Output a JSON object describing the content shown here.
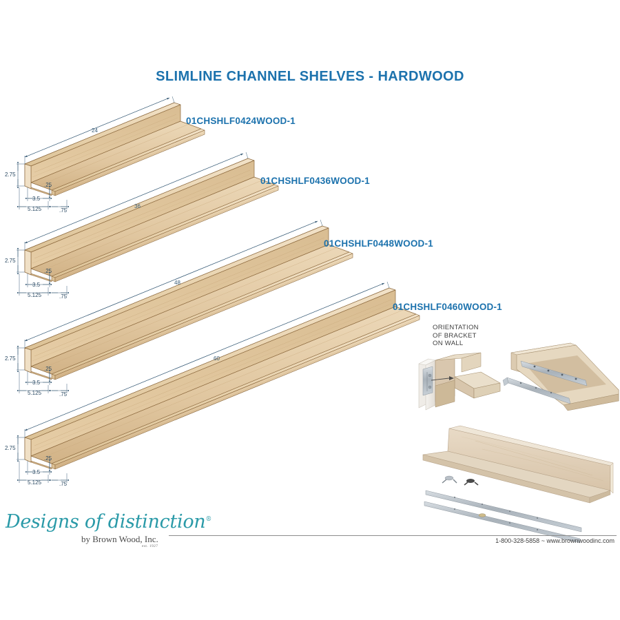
{
  "document": {
    "title": "SLIMLINE CHANNEL SHELVES - HARDWOOD",
    "title_color": "#1c72ad",
    "background": "#ffffff"
  },
  "shelves": [
    {
      "part_number": "01CHSHLF0424WOOD-1",
      "length_label": "24",
      "dimensions": {
        "height": "2.75",
        "lip_thickness": ".25",
        "inner_depth": "3.5",
        "overall_depth": "5.125",
        "base_thickness": ".75"
      }
    },
    {
      "part_number": "01CHSHLF0436WOOD-1",
      "length_label": "36",
      "dimensions": {
        "height": "2.75",
        "lip_thickness": ".25",
        "inner_depth": "3.5",
        "overall_depth": "5.125",
        "base_thickness": ".75"
      }
    },
    {
      "part_number": "01CHSHLF0448WOOD-1",
      "length_label": "48",
      "dimensions": {
        "height": "2.75",
        "lip_thickness": ".25",
        "inner_depth": "3.5",
        "overall_depth": "5.125",
        "base_thickness": ".75"
      }
    },
    {
      "part_number": "01CHSHLF0460WOOD-1",
      "length_label": "60",
      "dimensions": {
        "height": "2.75",
        "lip_thickness": ".25",
        "inner_depth": "3.5",
        "overall_depth": "5.125",
        "base_thickness": ".75"
      }
    }
  ],
  "callouts": {
    "bracket_orientation": "ORIENTATION\nOF BRACKET\nON WALL"
  },
  "footer": {
    "logo_main": "Designs of distinction",
    "logo_registered": "®",
    "logo_sub": "by Brown Wood, Inc.",
    "logo_est": "est. 1927",
    "contact": "1-800-328-5858 ~ www.brownwoodinc.com"
  },
  "colors": {
    "title_blue": "#1c72ad",
    "dimension_blue": "#2b4a63",
    "wood_light": "#efdcc0",
    "wood_mid": "#e3c9a0",
    "wood_dark": "#cdae82",
    "wood_edge": "#8d6a3f",
    "logo_teal": "#2a9aa8",
    "metal_gray": "#b6bdc4",
    "rule_gray": "#8b8b8b"
  }
}
